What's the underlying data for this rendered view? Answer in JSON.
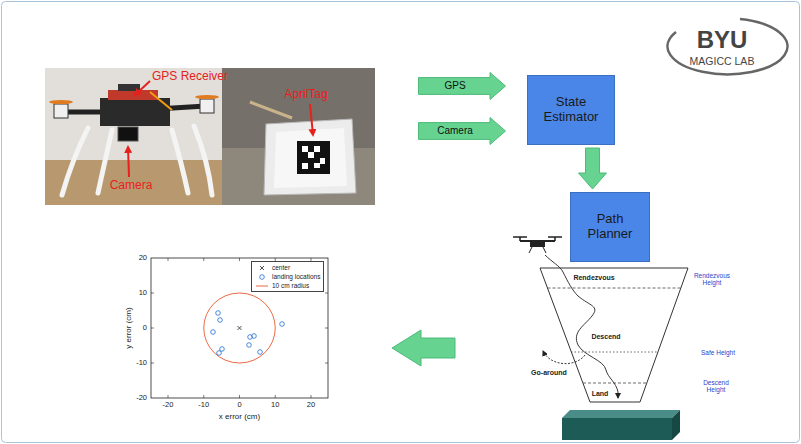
{
  "diagram": {
    "nodes": [
      {
        "text": [
          "GPS"
        ]
      },
      {
        "text": [
          "Camera"
        ]
      },
      {
        "text": [
          "State Estimator"
        ]
      },
      {
        "text": [
          "Path Planner"
        ]
      }
    ],
    "edges": [
      {
        "from": 2,
        "to": 3,
        "arrow": "to"
      }
    ],
    "labels": [
      "GPS Receiver",
      "Camera",
      "AprilTag",
      "BYU",
      "MAGICC LAB",
      "Rendezvous",
      "Rendezvous Height",
      "Descend",
      "Safe Height",
      "Go-around",
      "Descend Height",
      "Land",
      "20",
      "10",
      "0",
      "-10",
      "-20",
      "-20",
      "-10",
      "0",
      "10",
      "20",
      "y error (cm)",
      "x error (cm)"
    ],
    "legend": [
      {
        "text": "center"
      },
      {
        "text": "landing locations"
      },
      {
        "text": "10 cm radius"
      }
    ]
  }
}
